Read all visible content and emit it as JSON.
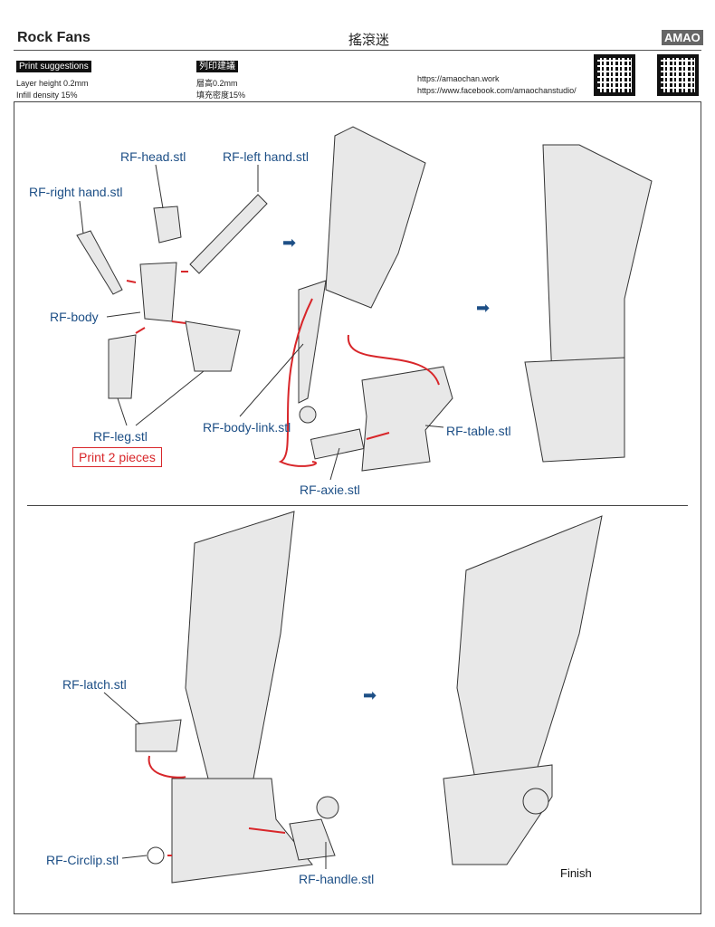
{
  "header": {
    "title": "Rock Fans",
    "title_cn": "搖滾迷",
    "brand": "AMAO"
  },
  "print_suggestions": {
    "label": "Print suggestions",
    "layer": "Layer height 0.2mm",
    "infill": "Infill density 15%"
  },
  "print_suggestions_cn": {
    "label": "列印建議",
    "layer": "層高0.2mm",
    "infill": "填充密度15%"
  },
  "links": {
    "site": "https://amaochan.work",
    "facebook": "https://www.facebook.com/amaochanstudio/"
  },
  "parts": {
    "head": "RF-head.stl",
    "left_hand": "RF-left hand.stl",
    "right_hand": "RF-right hand.stl",
    "body": "RF-body",
    "leg": "RF-leg.stl",
    "leg_note": "Print 2 pieces",
    "body_link": "RF-body-link.stl",
    "table": "RF-table.stl",
    "axie": "RF-axie.stl",
    "latch": "RF-latch.stl",
    "circlip": "RF-Circlip.stl",
    "handle": "RF-handle.stl"
  },
  "finish": "Finish",
  "colors": {
    "label": "#1d4f86",
    "note": "#d8262a",
    "arrow": "#1d4f86"
  }
}
